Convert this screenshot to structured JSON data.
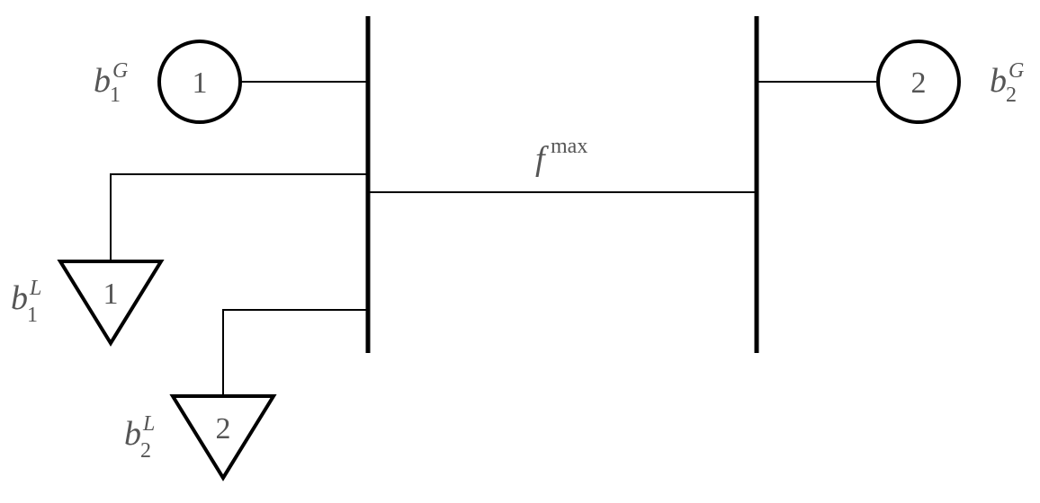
{
  "generators": [
    {
      "number": "1",
      "label": {
        "base": "b",
        "sup": "G",
        "sub": "1"
      }
    },
    {
      "number": "2",
      "label": {
        "base": "b",
        "sup": "G",
        "sub": "2"
      }
    }
  ],
  "loads": [
    {
      "number": "1",
      "label": {
        "base": "b",
        "sup": "L",
        "sub": "1"
      }
    },
    {
      "number": "2",
      "label": {
        "base": "b",
        "sup": "L",
        "sub": "2"
      }
    }
  ],
  "line": {
    "label": {
      "base": "f",
      "sup": "max"
    }
  }
}
